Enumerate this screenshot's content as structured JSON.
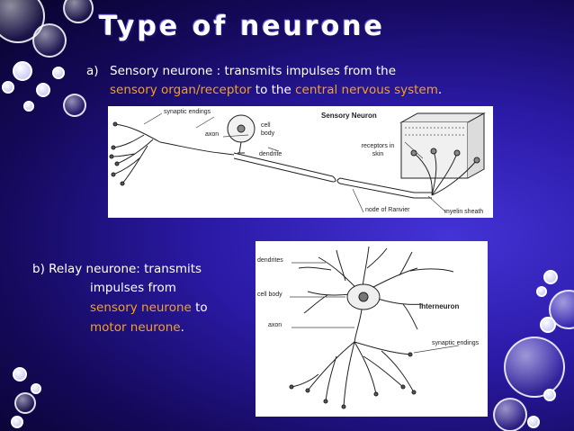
{
  "title": "Type of neurone",
  "point_a": {
    "marker": "a)",
    "line1": "Sensory neurone : transmits impulses from the",
    "hl1": "sensory organ/receptor",
    "mid": " to the ",
    "hl2": "central nervous system",
    "end": "."
  },
  "point_b": {
    "line1": "b) Relay neurone: transmits",
    "line2": "impulses from",
    "hl1": "sensory neurone",
    "line3_end": " to",
    "hl2": "motor neurone",
    "end": "."
  },
  "figure1": {
    "heading": "Sensory Neuron",
    "labels": {
      "synaptic": "synaptic endings",
      "axon": "axon",
      "cell_body": "cell body",
      "dendrite": "dendrite",
      "receptors": "receptors in skin",
      "node": "node of Ranvier",
      "myelin": "myelin sheath"
    }
  },
  "figure2": {
    "heading": "Interneuron",
    "labels": {
      "dendrites": "dendrites",
      "cell_body": "cell body",
      "axon": "axon",
      "synaptic": "synaptic endings"
    }
  },
  "colors": {
    "highlight": "#f6a11c",
    "text": "#ffffff",
    "background": "#2b1aa6"
  }
}
